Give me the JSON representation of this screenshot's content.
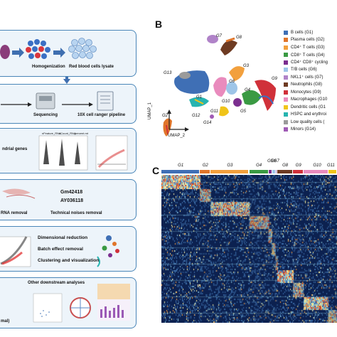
{
  "workflow": {
    "step1": {
      "caption_homogenization": "Homogenization",
      "caption_lysate": "Red blood cells lysate"
    },
    "step2": {
      "caption_sequencing": "Sequencing",
      "caption_pipeline": "10X cell ranger pipeline"
    },
    "step3": {
      "caption_genes": "ndrial genes",
      "plot_titles": [
        "nFeature_RNA",
        "nCount_RNA",
        "percent.mt"
      ]
    },
    "step4": {
      "genes": [
        "Gm42418",
        "AY036118"
      ],
      "caption_rna": "RNA removal",
      "caption_noise": "Technical noises removal"
    },
    "step5": {
      "items": [
        "Dimensional reduction",
        "Batch effect removal",
        "Clustering and visualization"
      ]
    },
    "step6": {
      "title": "Other downstream analyses",
      "caption_bottom": "mal)"
    }
  },
  "panel_b": {
    "letter": "B",
    "axis_x": "UMAP_2",
    "axis_y": "UMAP_1",
    "cluster_labels": [
      "G7",
      "G8",
      "G13",
      "G12",
      "G1",
      "G2",
      "G10",
      "G3",
      "G4",
      "G5",
      "G9",
      "G6",
      "G11",
      "G14"
    ],
    "legend": [
      {
        "label": "B cells (G1)",
        "color": "#3f6fb5"
      },
      {
        "label": "Plasma cells (G2)",
        "color": "#e0752a"
      },
      {
        "label": "CD4⁺ T cells (G3)",
        "color": "#f2a03d"
      },
      {
        "label": "CD8⁺ T cells (G4)",
        "color": "#3a9a43"
      },
      {
        "label": "CD4⁺ CD8⁺ cycling",
        "color": "#7b2e8f"
      },
      {
        "label": "T/B cells (G6)",
        "color": "#9ec5e8"
      },
      {
        "label": "NKL1⁺ cells (G7)",
        "color": "#b083c8"
      },
      {
        "label": "Neutrophils (G8)",
        "color": "#6e3b22"
      },
      {
        "label": "Monocytes (G9)",
        "color": "#d0313a"
      },
      {
        "label": "Macrophages (G10",
        "color": "#e98bbd"
      },
      {
        "label": "Dendritic cells (G1",
        "color": "#f0c419"
      },
      {
        "label": "HSPC and erythroi",
        "color": "#27b4b0"
      },
      {
        "label": "Low quality cells (",
        "color": "#9b9b9b"
      },
      {
        "label": "Minors (G14)",
        "color": "#a05bb5"
      }
    ]
  },
  "panel_c": {
    "letter": "C",
    "groups": [
      {
        "label": "G1",
        "color": "#3f6fb5",
        "fraction": 0.22
      },
      {
        "label": "G2",
        "color": "#e0752a",
        "fraction": 0.06
      },
      {
        "label": "G3",
        "color": "#f2a03d",
        "fraction": 0.22
      },
      {
        "label": "G4",
        "color": "#3a9a43",
        "fraction": 0.11
      },
      {
        "label": "G5",
        "color": "#7b2e8f",
        "fraction": 0.02
      },
      {
        "label": "G6",
        "color": "#9ec5e8",
        "fraction": 0.02
      },
      {
        "label": "G7",
        "color": "#b083c8",
        "fraction": 0.01
      },
      {
        "label": "G8",
        "color": "#6e3b22",
        "fraction": 0.09
      },
      {
        "label": "G9",
        "color": "#d0313a",
        "fraction": 0.06
      },
      {
        "label": "G10",
        "color": "#e98bbd",
        "fraction": 0.14
      },
      {
        "label": "G11",
        "color": "#f0c419",
        "fraction": 0.05
      }
    ]
  }
}
